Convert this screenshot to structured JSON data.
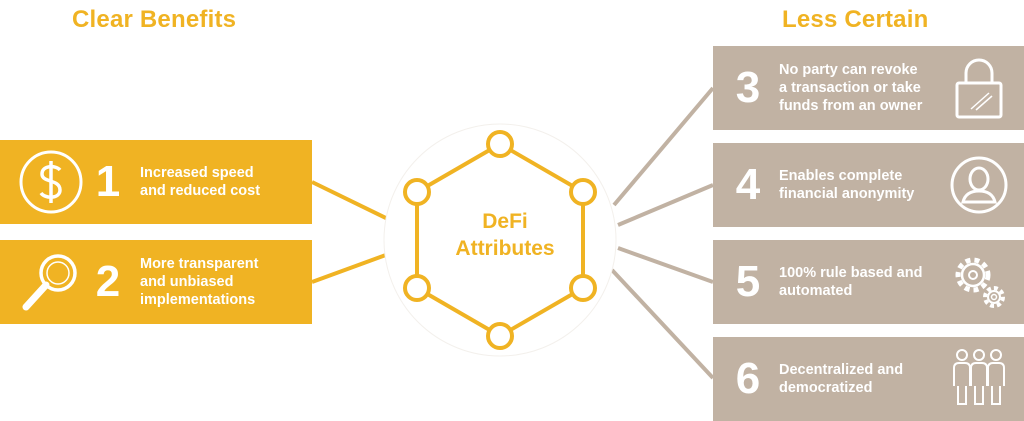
{
  "headings": {
    "left": "Clear Benefits",
    "right": "Less Certain"
  },
  "center": {
    "label": "DeFi\nAttributes"
  },
  "clear_benefits": [
    {
      "number": "1",
      "text": "Increased speed\nand reduced cost",
      "icon": "dollar-coin-icon"
    },
    {
      "number": "2",
      "text": "More transparent\nand unbiased\nimplementations",
      "icon": "magnifying-glass-icon"
    }
  ],
  "less_certain": [
    {
      "number": "3",
      "text": "No party can revoke\na transaction or take\nfunds from an owner",
      "icon": "padlock-icon"
    },
    {
      "number": "4",
      "text": "Enables complete\nfinancial anonymity",
      "icon": "user-profile-icon"
    },
    {
      "number": "5",
      "text": "100% rule based and\nautomated",
      "icon": "gears-icon"
    },
    {
      "number": "6",
      "text": "Decentralized and\ndemocratized",
      "icon": "people-group-icon"
    }
  ],
  "colors": {
    "gold": "#f0b323",
    "taupe": "#c1b2a3",
    "white": "#ffffff"
  }
}
